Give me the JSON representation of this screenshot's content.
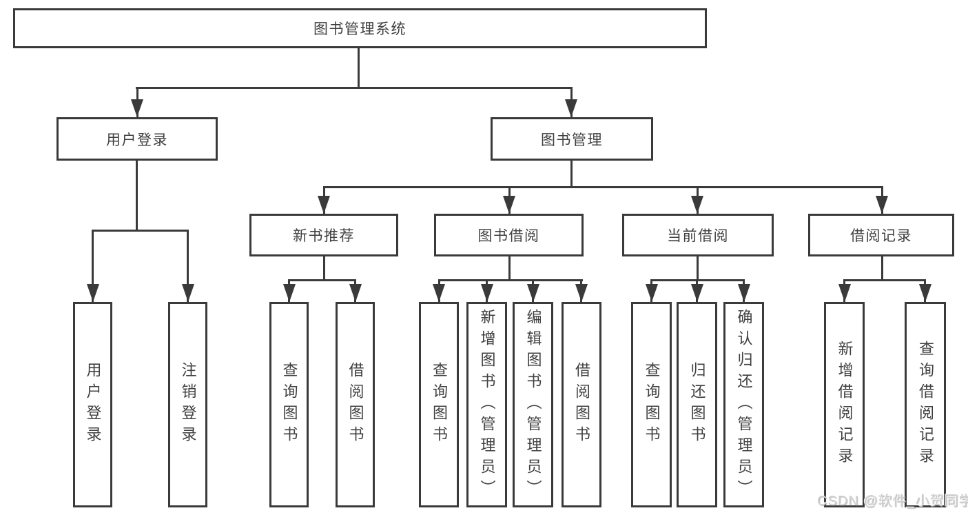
{
  "diagram_title": "图书管理系统",
  "tree": {
    "root": {
      "label": "图书管理系统",
      "children": [
        {
          "label": "用户登录",
          "children": [
            {
              "label": "用户登录"
            },
            {
              "label": "注销登录"
            }
          ]
        },
        {
          "label": "图书管理",
          "children": [
            {
              "label": "新书推荐",
              "children": [
                {
                  "label": "查询图书"
                },
                {
                  "label": "借阅图书"
                }
              ]
            },
            {
              "label": "图书借阅",
              "children": [
                {
                  "label": "查询图书"
                },
                {
                  "label": "新增图书（管理员）"
                },
                {
                  "label": "编辑图书（管理员）"
                },
                {
                  "label": "借阅图书"
                }
              ]
            },
            {
              "label": "当前借阅",
              "children": [
                {
                  "label": "查询图书"
                },
                {
                  "label": "归还图书"
                },
                {
                  "label": "确认归还（管理员）"
                }
              ]
            },
            {
              "label": "借阅记录",
              "children": [
                {
                  "label": "新增借阅记录"
                },
                {
                  "label": "查询借阅记录"
                }
              ]
            }
          ]
        }
      ]
    }
  },
  "watermark": {
    "text": "CSDN @软件_小贺同学"
  },
  "colors": {
    "line": "#3a3a3a",
    "text": "#404040",
    "background": "#ffffff",
    "watermark": "#cfcfcf"
  }
}
